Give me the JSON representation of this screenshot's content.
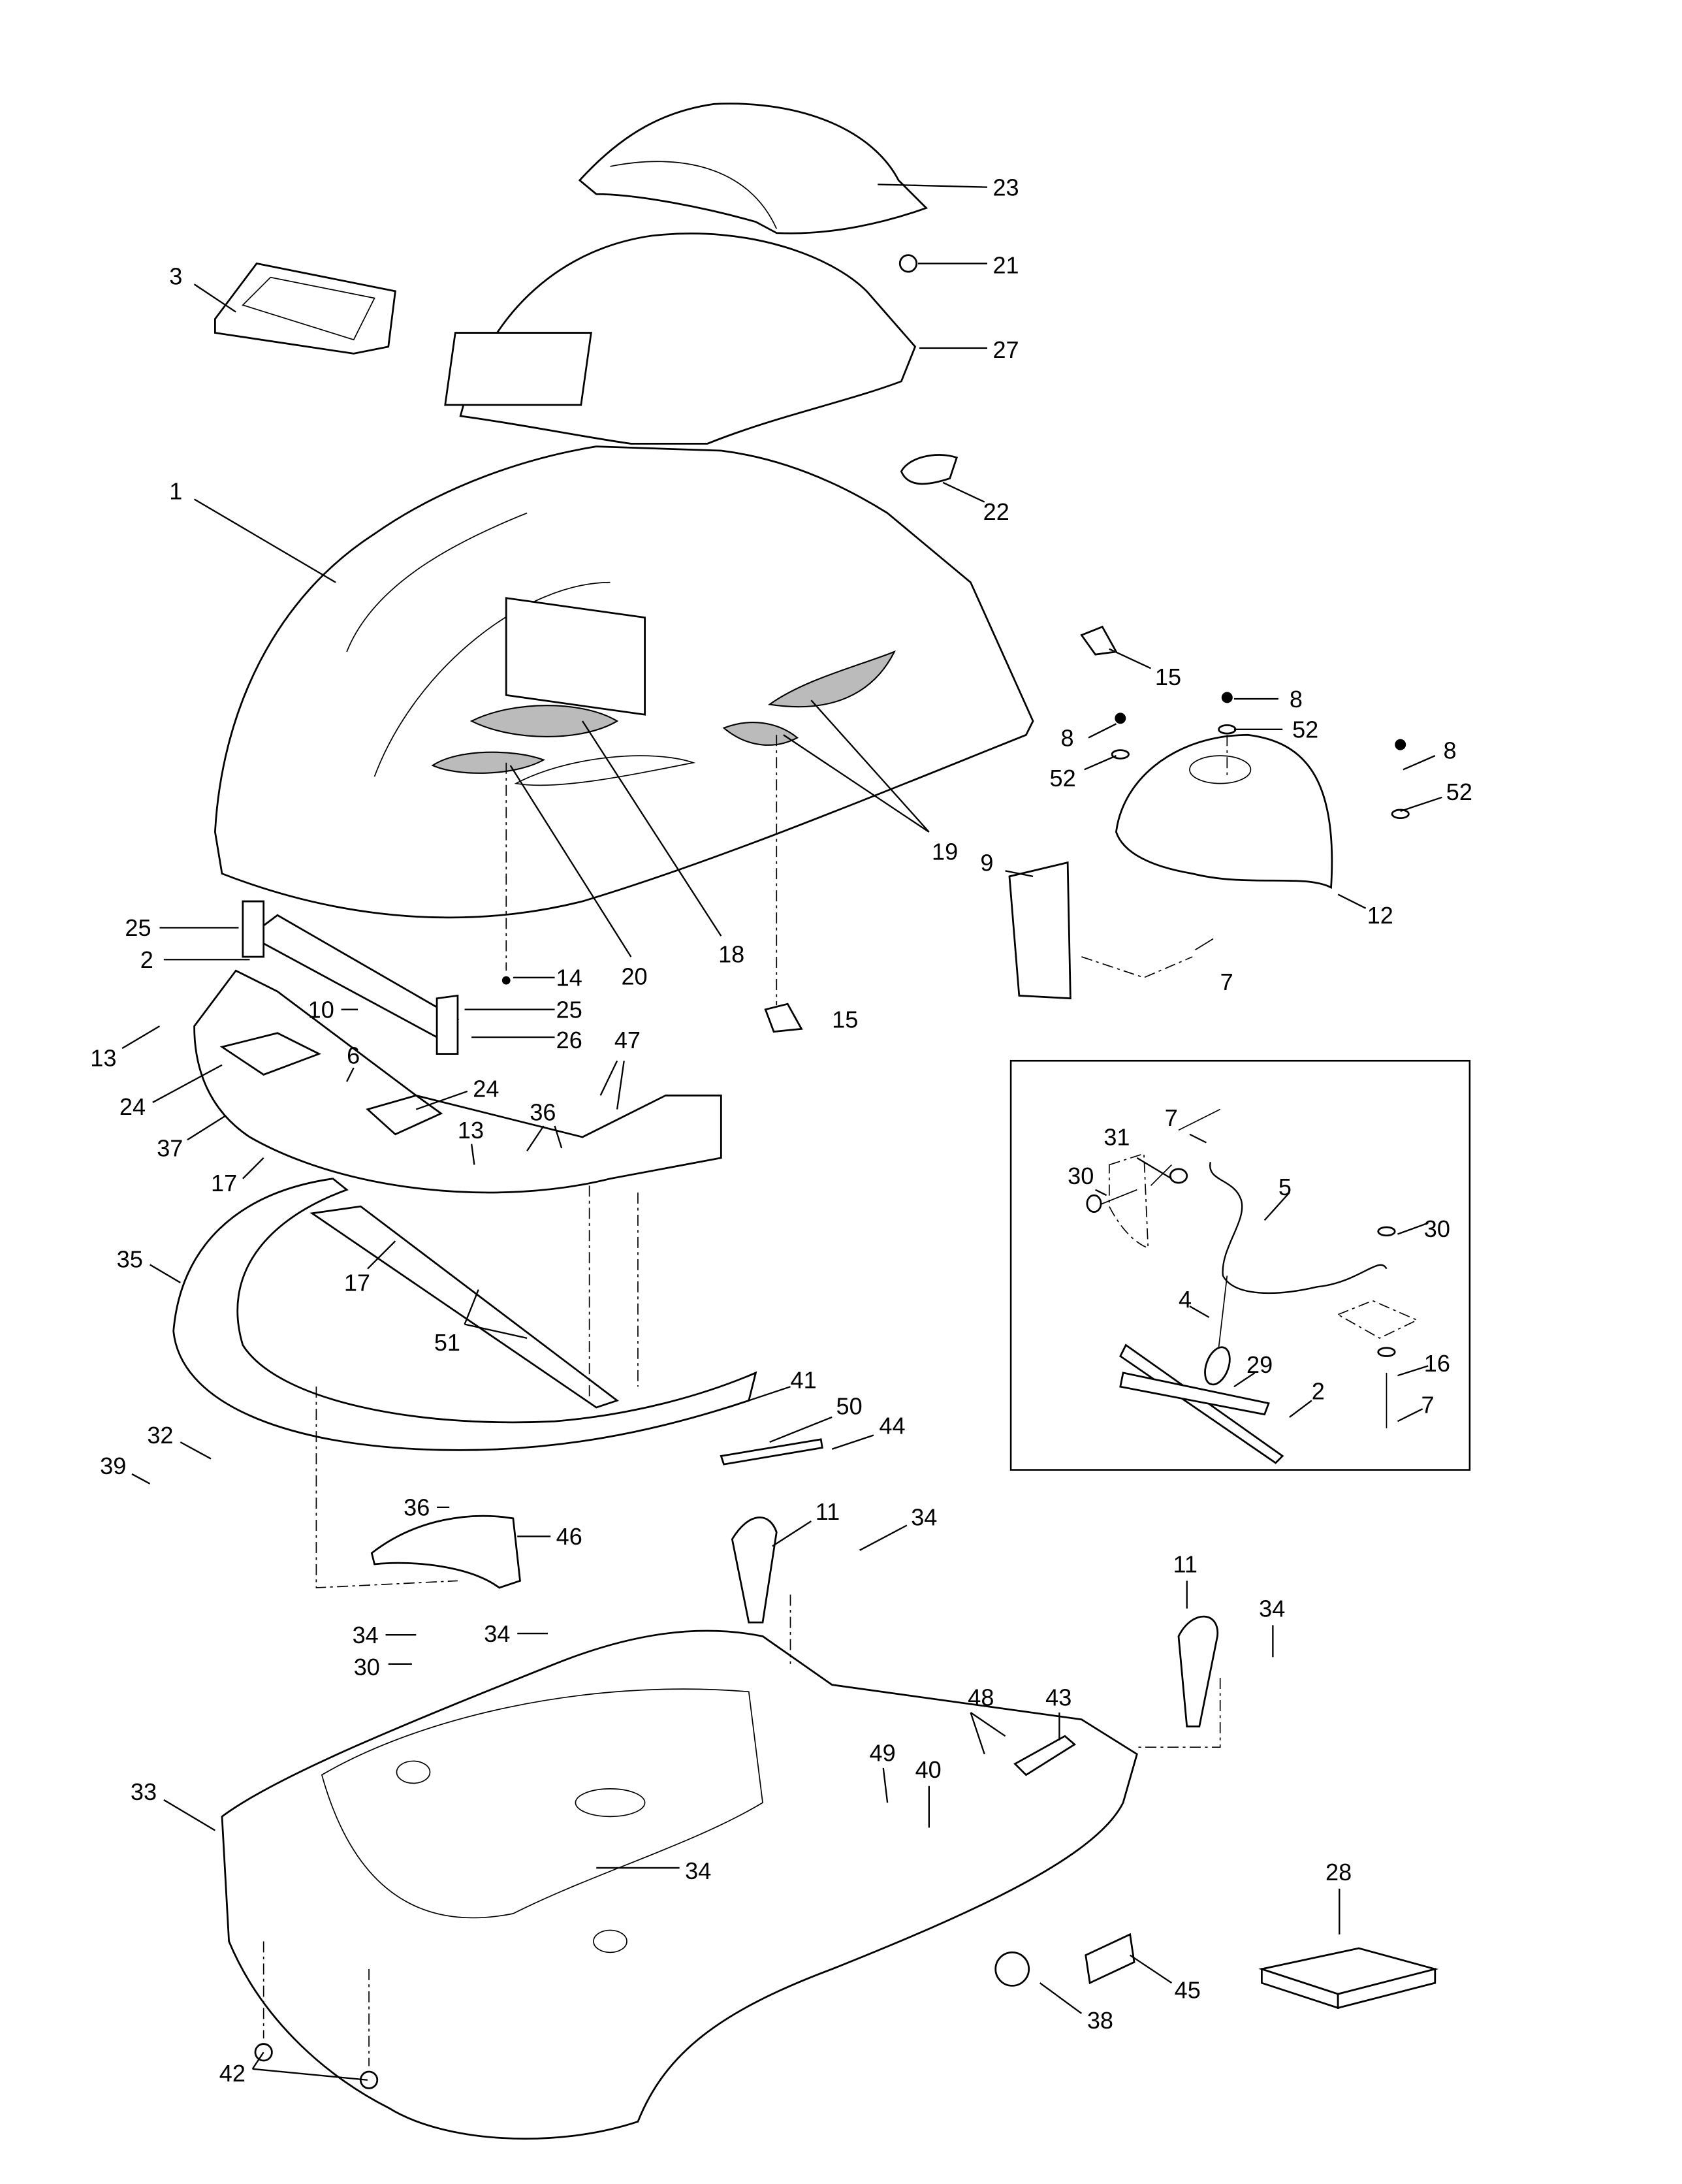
{
  "callouts": [
    "23",
    "21",
    "27",
    "3",
    "1",
    "22",
    "15",
    "8",
    "52",
    "8",
    "52",
    "8",
    "52",
    "19",
    "9",
    "12",
    "18",
    "20",
    "25",
    "2",
    "14",
    "25",
    "10",
    "26",
    "47",
    "13",
    "6",
    "24",
    "24",
    "36",
    "37",
    "13",
    "17",
    "17",
    "35",
    "51",
    "41",
    "50",
    "44",
    "32",
    "39",
    "36",
    "46",
    "11",
    "34",
    "11",
    "34",
    "34",
    "34",
    "30",
    "48",
    "43",
    "49",
    "40",
    "33",
    "34",
    "28",
    "45",
    "38",
    "42",
    "15",
    "7"
  ],
  "inset_callouts": [
    "7",
    "31",
    "30",
    "5",
    "30",
    "4",
    "29",
    "2",
    "16",
    "7"
  ]
}
